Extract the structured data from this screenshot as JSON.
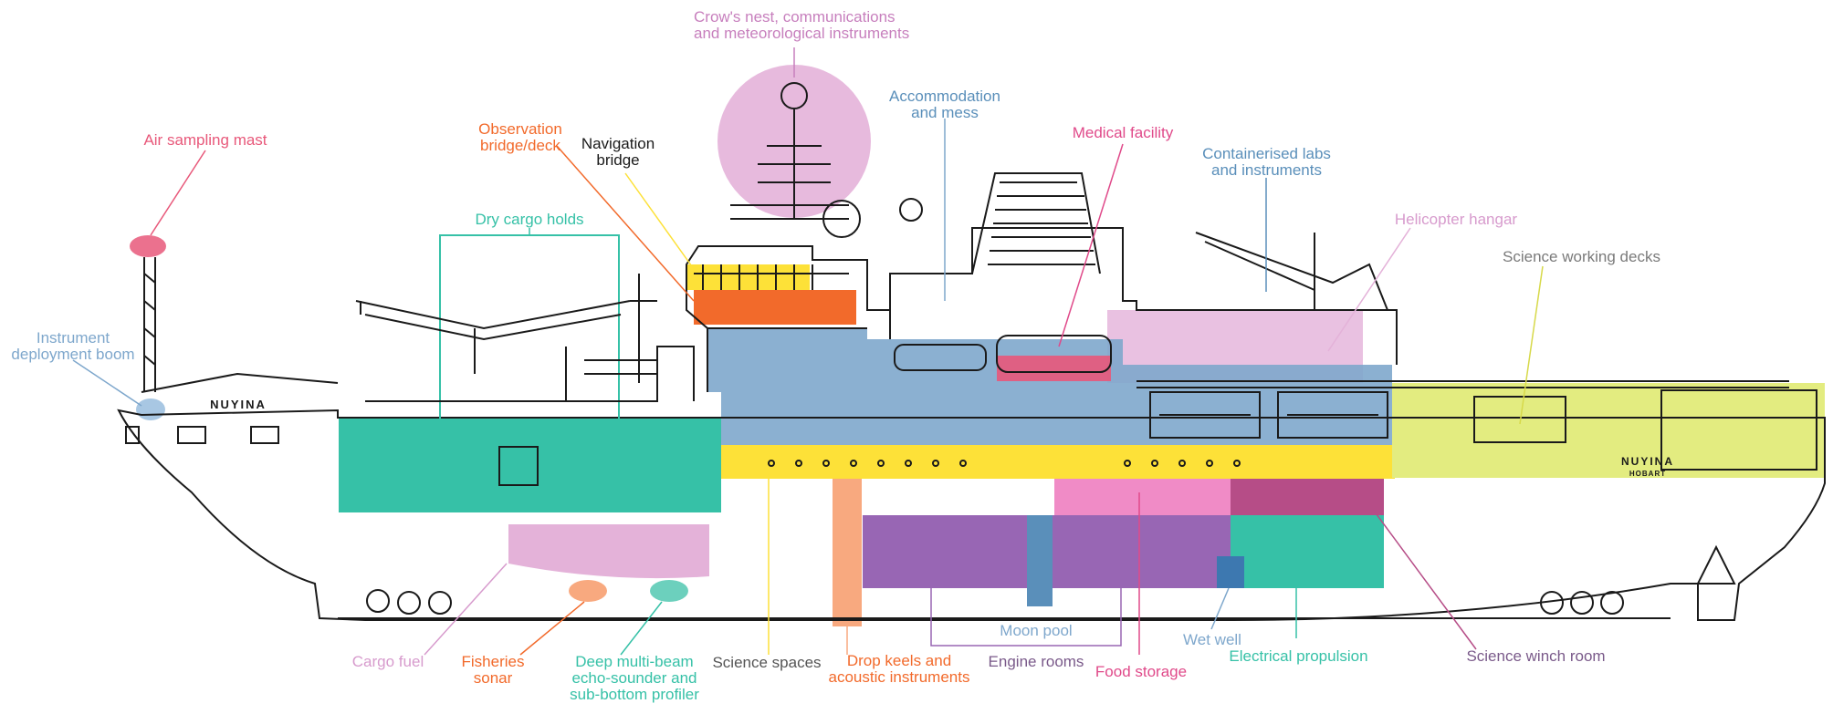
{
  "colors": {
    "outline": "#1a1a1a",
    "teal": "#36c1a7",
    "yellow": "#fde138",
    "blue": "#7ea7cc",
    "lime": "#e3ec80",
    "pink": "#f08bc6",
    "magenta": "#b64d87",
    "purple": "#9866b4",
    "orange": "#f26a2b",
    "salmon": "#f8a97f",
    "lightpink": "#e4b2d9",
    "red": "#e8587a"
  },
  "ship": {
    "hull_name": "NUYINA",
    "stern_name": "NUYINA",
    "stern_port": "HOBART"
  },
  "labels": {
    "crows_nest": [
      "Crow's nest, communications",
      "and meteorological instruments"
    ],
    "accommodation": [
      "Accommodation",
      "and mess"
    ],
    "observation": [
      "Observation",
      "bridge/deck"
    ],
    "navigation": [
      "Navigation",
      "bridge"
    ],
    "medical": [
      "Medical facility"
    ],
    "containerised": [
      "Containerised labs",
      "and instruments"
    ],
    "air_sampling": [
      "Air sampling mast"
    ],
    "dry_cargo": [
      "Dry cargo holds"
    ],
    "helicopter": [
      "Helicopter hangar"
    ],
    "science_decks": [
      "Science working decks"
    ],
    "instrument_boom": [
      "Instrument",
      "deployment boom"
    ],
    "cargo_fuel": [
      "Cargo fuel"
    ],
    "fisheries": [
      "Fisheries",
      "sonar"
    ],
    "multibeam": [
      "Deep multi-beam",
      "echo-sounder and",
      "sub-bottom profiler"
    ],
    "science_spaces": [
      "Science spaces"
    ],
    "drop_keels": [
      "Drop keels and",
      "acoustic instruments"
    ],
    "moon_pool": [
      "Moon pool"
    ],
    "engine_rooms": [
      "Engine rooms"
    ],
    "food_storage": [
      "Food storage"
    ],
    "wet_well": [
      "Wet well"
    ],
    "electrical": [
      "Electrical propulsion"
    ],
    "winch_room": [
      "Science winch room"
    ]
  }
}
